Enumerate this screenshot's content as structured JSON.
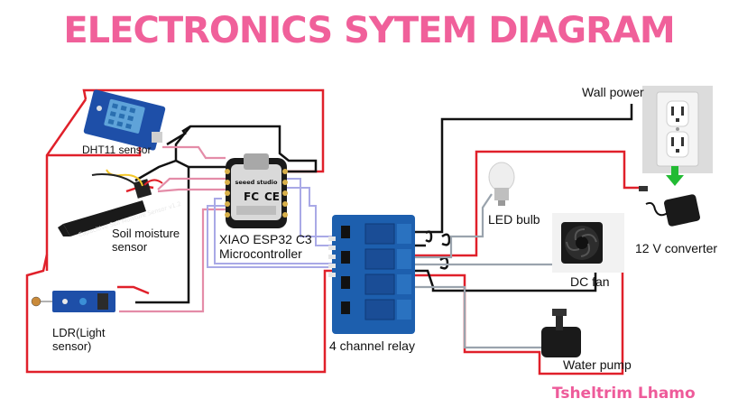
{
  "title": "ELECTRONICS SYTEM DIAGRAM",
  "author": "Tsheltrim Lhamo",
  "components": {
    "dht11": {
      "label": "DHT11 sensor"
    },
    "soil": {
      "label_line1": "Soil moisture",
      "label_line2": "sensor",
      "printed_text": "Capacitive Soil Moisture Sensor v1.2"
    },
    "ldr": {
      "label_line1": "LDR(Light",
      "label_line2": "sensor)"
    },
    "mcu": {
      "label_line1": "XIAO ESP32 C3",
      "label_line2": "Microcontroller",
      "brand": "seeed studio"
    },
    "relay": {
      "label": "4 channel relay"
    },
    "led": {
      "label": "LED bulb"
    },
    "fan": {
      "label": "DC fan"
    },
    "pump": {
      "label": "Water pump"
    },
    "wall": {
      "label": "Wall power"
    },
    "converter": {
      "label": "12 V converter"
    }
  },
  "colors": {
    "title": "#f0609a",
    "red_wire": "#e0202a",
    "black_wire": "#111111",
    "pink_wire": "#e48ca8",
    "lavender_wire": "#a9a9e6",
    "grey_wire": "#9aa3ad",
    "relay_board": "#1d5fae",
    "dht_board": "#1e4fa8",
    "ldr_board": "#1e4fa8"
  }
}
